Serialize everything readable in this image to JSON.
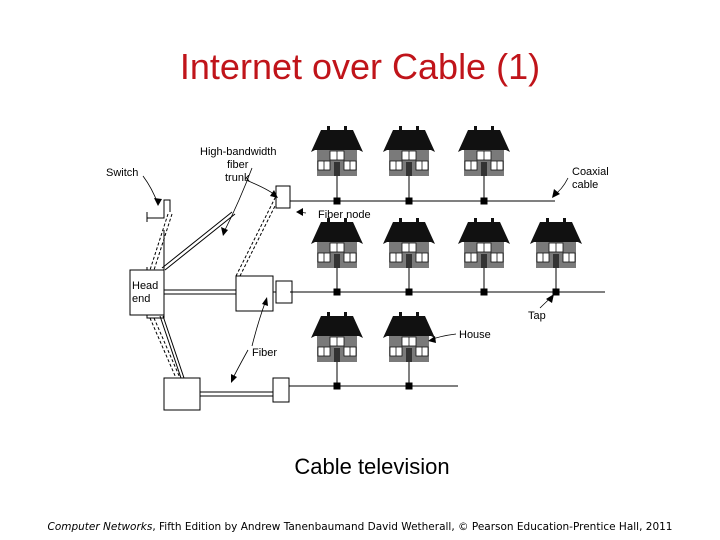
{
  "slide": {
    "title": "Internet over Cable (1)",
    "caption": "Cable television",
    "credit": {
      "book": "Computer Networks",
      "rest": ", Fifth Edition by Andrew Tanenbaumand David Wetherall, © Pearson Education-Prentice Hall, 2011"
    }
  },
  "diagram": {
    "labels": {
      "switch": "Switch",
      "trunk_line1": "High-bandwidth",
      "trunk_line2": "fiber",
      "trunk_line3": "trunk",
      "head_line1": "Head",
      "head_line2": "end",
      "fiber_node": "Fiber node",
      "fiber": "Fiber",
      "coax_line1": "Coaxial",
      "coax_line2": "cable",
      "tap": "Tap",
      "house": "House"
    },
    "colors": {
      "line": "#000000",
      "roof": "#111111",
      "wall": "#7a7a7a",
      "window": "#ffffff",
      "title": "#c0141a"
    }
  }
}
